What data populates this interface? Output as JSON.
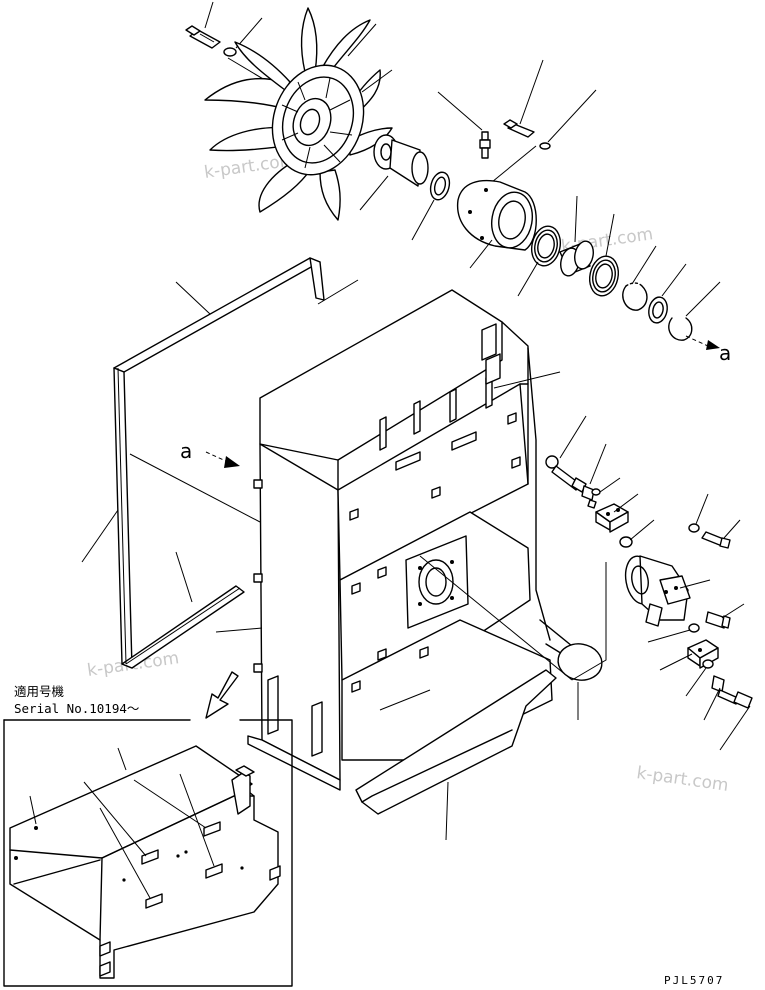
{
  "watermarks": [
    "k-part.com",
    "k-part.com",
    "k-part.com",
    "k-part.com"
  ],
  "view_marker_upper_right": "a",
  "view_marker_left": "a",
  "serial_heading": "適用号機",
  "serial_value": "Serial No.10194～",
  "drawing_code": "PJL5707"
}
